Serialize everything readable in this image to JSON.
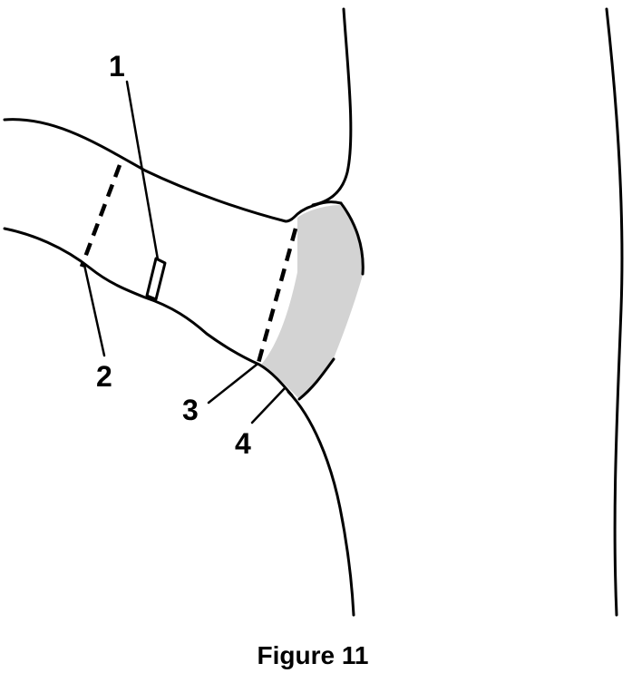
{
  "callouts": {
    "c1": "1",
    "c2": "2",
    "c3": "3",
    "c4": "4"
  },
  "caption": "Figure 11",
  "colors": {
    "outline": "#000000",
    "shaded_region": "#d3d3d3",
    "background": "#ffffff"
  }
}
